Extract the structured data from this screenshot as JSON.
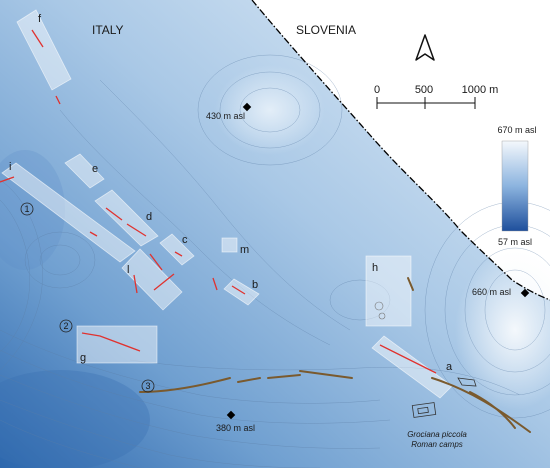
{
  "countries": {
    "italy": "ITALY",
    "slovenia": "SLOVENIA"
  },
  "scale": {
    "zero": "0",
    "mid": "500",
    "end": "1000 m"
  },
  "north_arrow": "north-arrow-icon",
  "legend": {
    "max": "670 m asl",
    "min": "57 m asl",
    "color_high": "#f2f7fc",
    "color_low": "#1e5aa8"
  },
  "elevations": {
    "e430": "430 m asl",
    "e660": "660 m asl",
    "e380": "380 m asl"
  },
  "site": {
    "line1": "Grociana piccola",
    "line2": "Roman camps"
  },
  "area_labels": {
    "a": "a",
    "b": "b",
    "c": "c",
    "d": "d",
    "e": "e",
    "f": "f",
    "g": "g",
    "h": "h",
    "i": "i",
    "l": "l",
    "m": "m"
  },
  "numbered": {
    "n1": "1",
    "n2": "2",
    "n3": "3"
  },
  "colors": {
    "features": "#e0322f",
    "roads": "#7a5a2e",
    "border": "#000000",
    "box": "#ffffff"
  }
}
